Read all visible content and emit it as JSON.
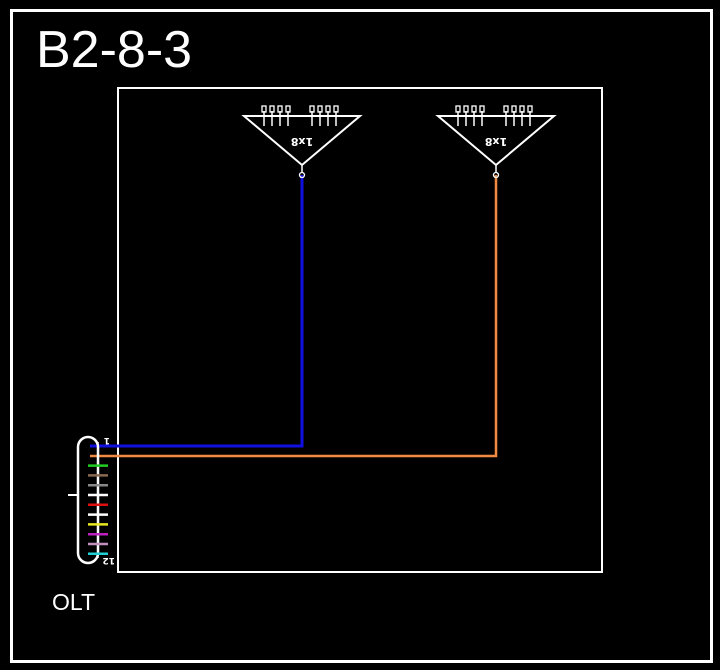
{
  "title": "B2-8-3",
  "colors": {
    "background": "#000000",
    "frame": "#ffffff",
    "fiber_1": "#0000ff",
    "fiber_2": "#f08a40"
  },
  "olt": {
    "label": "OLT",
    "port_first_label": "1",
    "port_last_label": "12",
    "fibers": [
      {
        "index": 1,
        "color": "#1010e0"
      },
      {
        "index": 2,
        "color": "#f08a40"
      },
      {
        "index": 3,
        "color": "#22cc22"
      },
      {
        "index": 4,
        "color": "#8a6a50"
      },
      {
        "index": 5,
        "color": "#888888"
      },
      {
        "index": 6,
        "color": "#ffffff"
      },
      {
        "index": 7,
        "color": "#e01010"
      },
      {
        "index": 8,
        "color": "#ffffff"
      },
      {
        "index": 9,
        "color": "#e8e820"
      },
      {
        "index": 10,
        "color": "#c020c0"
      },
      {
        "index": 11,
        "color": "#c090c0"
      },
      {
        "index": 12,
        "color": "#20d0d0"
      }
    ]
  },
  "splitters": [
    {
      "id": "splitter-1",
      "label": "1x8",
      "outputs": 8,
      "fed_by_fiber": 1,
      "fiber_color": "#1010e0"
    },
    {
      "id": "splitter-2",
      "label": "1x8",
      "outputs": 8,
      "fed_by_fiber": 2,
      "fiber_color": "#f08a40"
    }
  ]
}
